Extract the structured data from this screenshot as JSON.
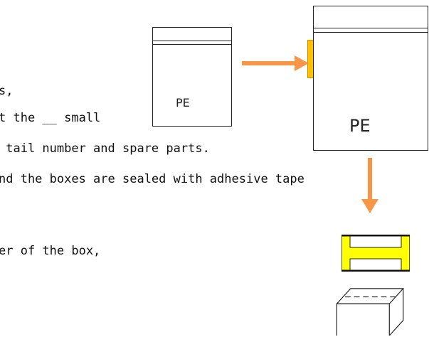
{
  "text_lines": [
    "s,",
    "t the __ small",
    " tail number and spare parts.",
    "nd the boxes are sealed with adhesive tape",
    "er of the box,"
  ],
  "product_label": "product",
  "small_bag": {
    "label": "PE"
  },
  "large_bag": {
    "label": "PE"
  },
  "colors": {
    "product_label_fill": "#ffc000",
    "arrow": "#f79646",
    "tape": "#ffff00"
  },
  "icons": [
    "arrow-right",
    "arrow-down",
    "taped-box",
    "carton-box"
  ]
}
